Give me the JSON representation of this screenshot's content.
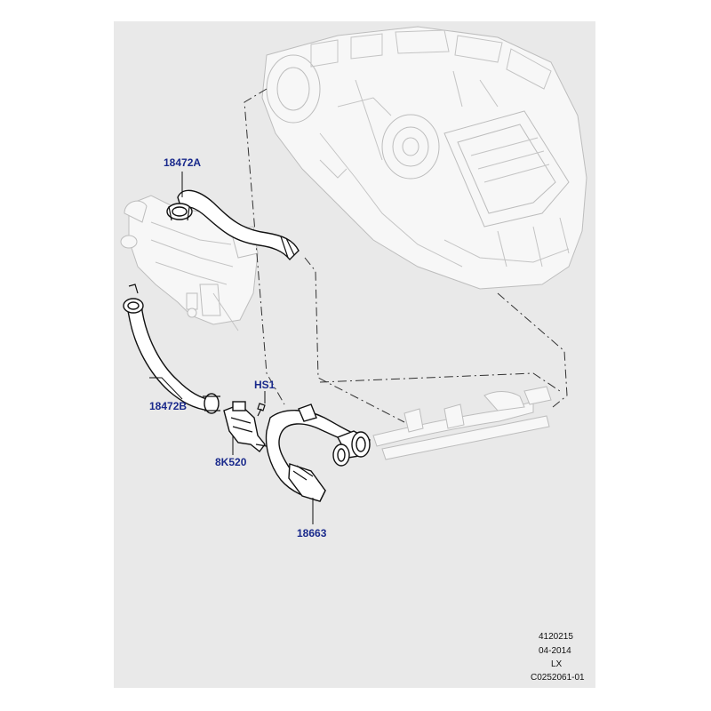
{
  "callouts": {
    "hose_upper": "18472A",
    "hose_lower": "18472B",
    "screw": "HS1",
    "valve": "8K520",
    "hose_main": "18663"
  },
  "footer": {
    "line1": "4120215",
    "line2": "04-2014",
    "line3": "LX",
    "line4": "C0252061-01"
  },
  "colors": {
    "panel_bg": "#e9e9e9",
    "callout_text": "#1a2a8c"
  }
}
